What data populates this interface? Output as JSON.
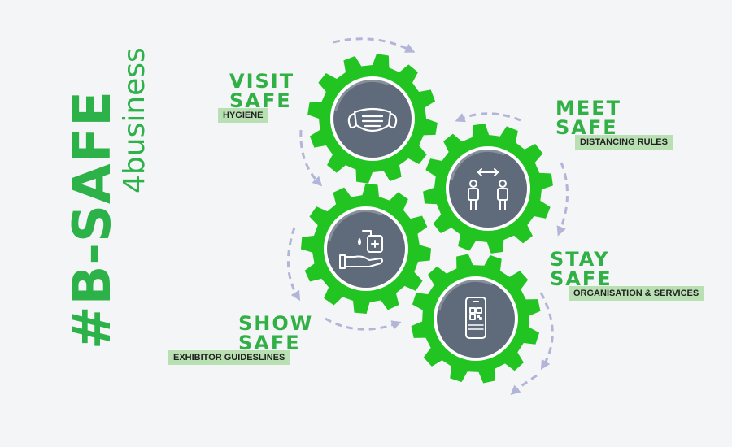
{
  "brand": {
    "title": "#B-SAFE",
    "subtitle": "4business"
  },
  "colors": {
    "gear": "#21c421",
    "gear_inner": "#5f6a7a",
    "accent_text": "#31b045",
    "tag_bg": "#b9e0b2",
    "arrow": "#b3b5d8"
  },
  "nodes": [
    {
      "id": "visit",
      "title_line1": "VISIT",
      "title_line2": "SAFE",
      "tag": "HYGIENE",
      "icon": "face-mask-icon"
    },
    {
      "id": "meet",
      "title_line1": "MEET",
      "title_line2": "SAFE",
      "tag": "DISTANCING RULES",
      "icon": "social-distance-icon"
    },
    {
      "id": "show",
      "title_line1": "SHOW",
      "title_line2": "SAFE",
      "tag": "EXHIBITOR GUIDESLINES",
      "icon": "hand-sanitizer-icon"
    },
    {
      "id": "stay",
      "title_line1": "STAY",
      "title_line2": "SAFE",
      "tag": "ORGANISATION & SERVICES",
      "icon": "phone-qr-code-icon"
    }
  ]
}
